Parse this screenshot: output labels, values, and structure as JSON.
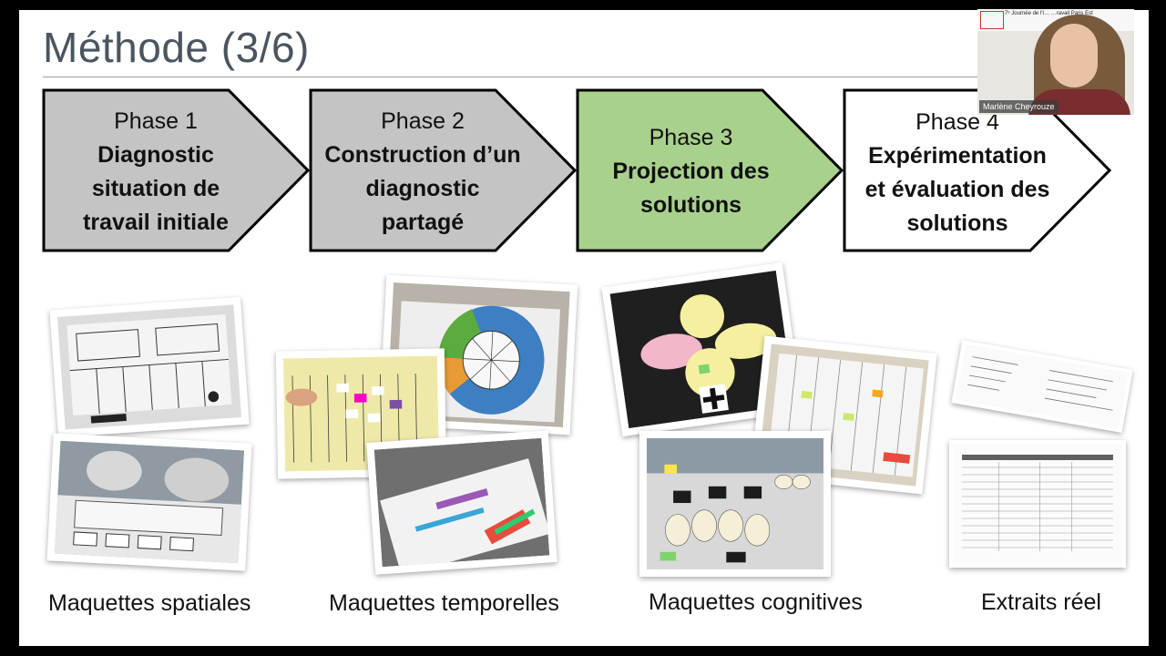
{
  "slide": {
    "title": "Méthode (3/6)",
    "phases": [
      {
        "label": "Phase 1",
        "description": "Diagnostic\nsituation de\ntravail initiale",
        "fill": "#c4c4c4"
      },
      {
        "label": "Phase 2",
        "description": "Construction d’un\ndiagnostic\npartagé",
        "fill": "#c4c4c4"
      },
      {
        "label": "Phase 3",
        "description": "Projection des\nsolutions",
        "fill": "#a9d18e"
      },
      {
        "label": "Phase 4",
        "description": "Expérimentation\net évaluation des\nsolutions",
        "fill": "#ffffff"
      }
    ],
    "captions": {
      "spatial": "Maquettes spatiales",
      "temporal": "Maquettes temporelles",
      "cognitive": "Maquettes cognitives",
      "real": "Extraits réel"
    }
  },
  "webcam": {
    "participant_name": "Marlène Cheyrouze",
    "banner_text": "7ᵉ Journée de l'I… …ravail Paris Est"
  }
}
